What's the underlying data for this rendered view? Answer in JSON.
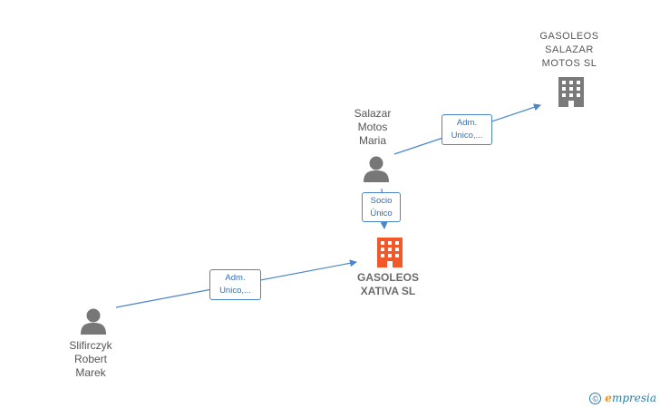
{
  "colors": {
    "edge": "#4a86c8",
    "person": "#777777",
    "company_main": "#f05a2a",
    "company_other": "#7a7a7a",
    "label_text": "#555555"
  },
  "nodes": {
    "gasoleos_salazar": {
      "label": "GASOLEOS\nSALAZAR\nMOTOS  SL",
      "icon": "building-icon"
    },
    "salazar_motos_maria": {
      "label": "Salazar\nMotos\nMaria",
      "icon": "person-icon"
    },
    "gasoleos_xativa": {
      "label": "GASOLEOS\nXATIVA  SL",
      "icon": "building-icon"
    },
    "slifirczyk_robert_marek": {
      "label": "Slifirczyk\nRobert\nMarek",
      "icon": "person-icon"
    }
  },
  "edges": {
    "maria_to_salazar": {
      "line1": "Adm.",
      "line2": "Unico,..."
    },
    "maria_to_xativa": {
      "line1": "Socio",
      "line2": "Único"
    },
    "robert_to_xativa": {
      "line1": "Adm.",
      "line2": "Unico,..."
    }
  },
  "watermark": {
    "copyright": "©",
    "brand_initial": "e",
    "brand_rest": "mpresia"
  }
}
